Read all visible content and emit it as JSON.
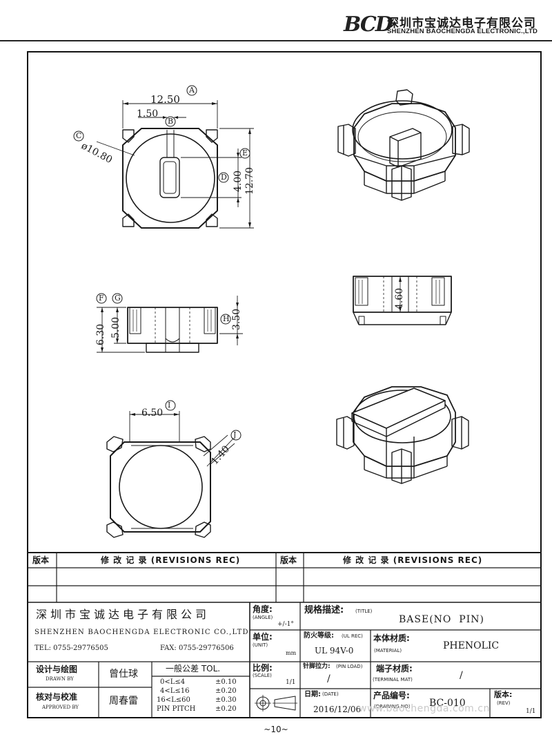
{
  "header": {
    "logo": "BCD",
    "company_cn": "深圳市宝诚达电子有限公司",
    "company_en": "SHENZHEN BAOCHENGDA ELECTRONIC.,LTD"
  },
  "dims": {
    "a_val": "12.50",
    "a_tag": "A",
    "b_val": "1.50",
    "b_tag": "B",
    "c_tag": "C",
    "c_val": "ø10.80",
    "d_val": "4.00",
    "d_tag": "D",
    "e_val": "12.70",
    "e_tag": "E",
    "f_tag": "F",
    "f_val": "6.30",
    "g_tag": "G",
    "g_val": "5.00",
    "h_val": "3.50",
    "h_tag": "H",
    "i_val": "6.50",
    "i_tag": "I",
    "j_val": "1.40",
    "j_tag": "J",
    "k_val": "4.60"
  },
  "revisions": {
    "left_col1": "版本",
    "left_col2": "修 改 记 录 (REVISIONS REC)",
    "right_col1": "版本",
    "right_col2": "修 改 记 录 (REVISIONS REC)"
  },
  "title_block": {
    "company_cn": "深圳市宝诚达电子有限公司",
    "company_en": "SHENZHEN BAOCHENGDA ELECTRONIC CO.,LTD",
    "tel": "TEL: 0755-29776505",
    "fax": "FAX: 0755-29776506",
    "angle_label": "角度:",
    "angle_en": "(ANGLE)",
    "angle_val": "+/-1°",
    "unit_label": "单位:",
    "unit_en": "(UNIT)",
    "unit_val": "mm",
    "scale_label": "比例:",
    "scale_en": "(SCALE)",
    "scale_val": "1/1",
    "title_label": "规格描述:",
    "title_en": "(TITLE)",
    "title_val": "BASE(NO  PIN)",
    "ul_label": "防火等级:",
    "ul_en": "(UL REC)",
    "ul_val": "UL 94V-0",
    "material_label": "本体材质:",
    "material_en": "(MATERIAL)",
    "material_val": "PHENOLIC",
    "pinload_label": "针脚拉力:",
    "pinload_en": "(PIN LOAD)",
    "pinload_val": "/",
    "terminal_label": "端子材质:",
    "terminal_en": "(TERMINAL MAT)",
    "terminal_val": "/",
    "date_label": "日期:",
    "date_en": "(DATE)",
    "date_val": "2016/12/06",
    "drawing_label": "产品编号:",
    "drawing_en": "(DRAWING NO)",
    "drawing_val": "BC-010",
    "rev_label": "版本:",
    "rev_en": "(REV)",
    "rev_val": "1/1",
    "drawn_label": "设计与绘图",
    "drawn_en": "DRAWN BY",
    "drawn_val": "曾仕球",
    "approved_label": "核对与校准",
    "approved_en": "APPROVED BY",
    "approved_val": "周春雷",
    "tol_title": "一般公差 TOL.",
    "tol_rows": [
      {
        "range": "0<L≤4",
        "val": "±0.10"
      },
      {
        "range": "4<L≤16",
        "val": "±0.20"
      },
      {
        "range": "16<L≤60",
        "val": "±0.30"
      },
      {
        "range": "PIN PITCH",
        "val": "±0.20"
      }
    ]
  },
  "footer": {
    "page": "~10~"
  },
  "watermark": "www.baochengda.com.cn"
}
